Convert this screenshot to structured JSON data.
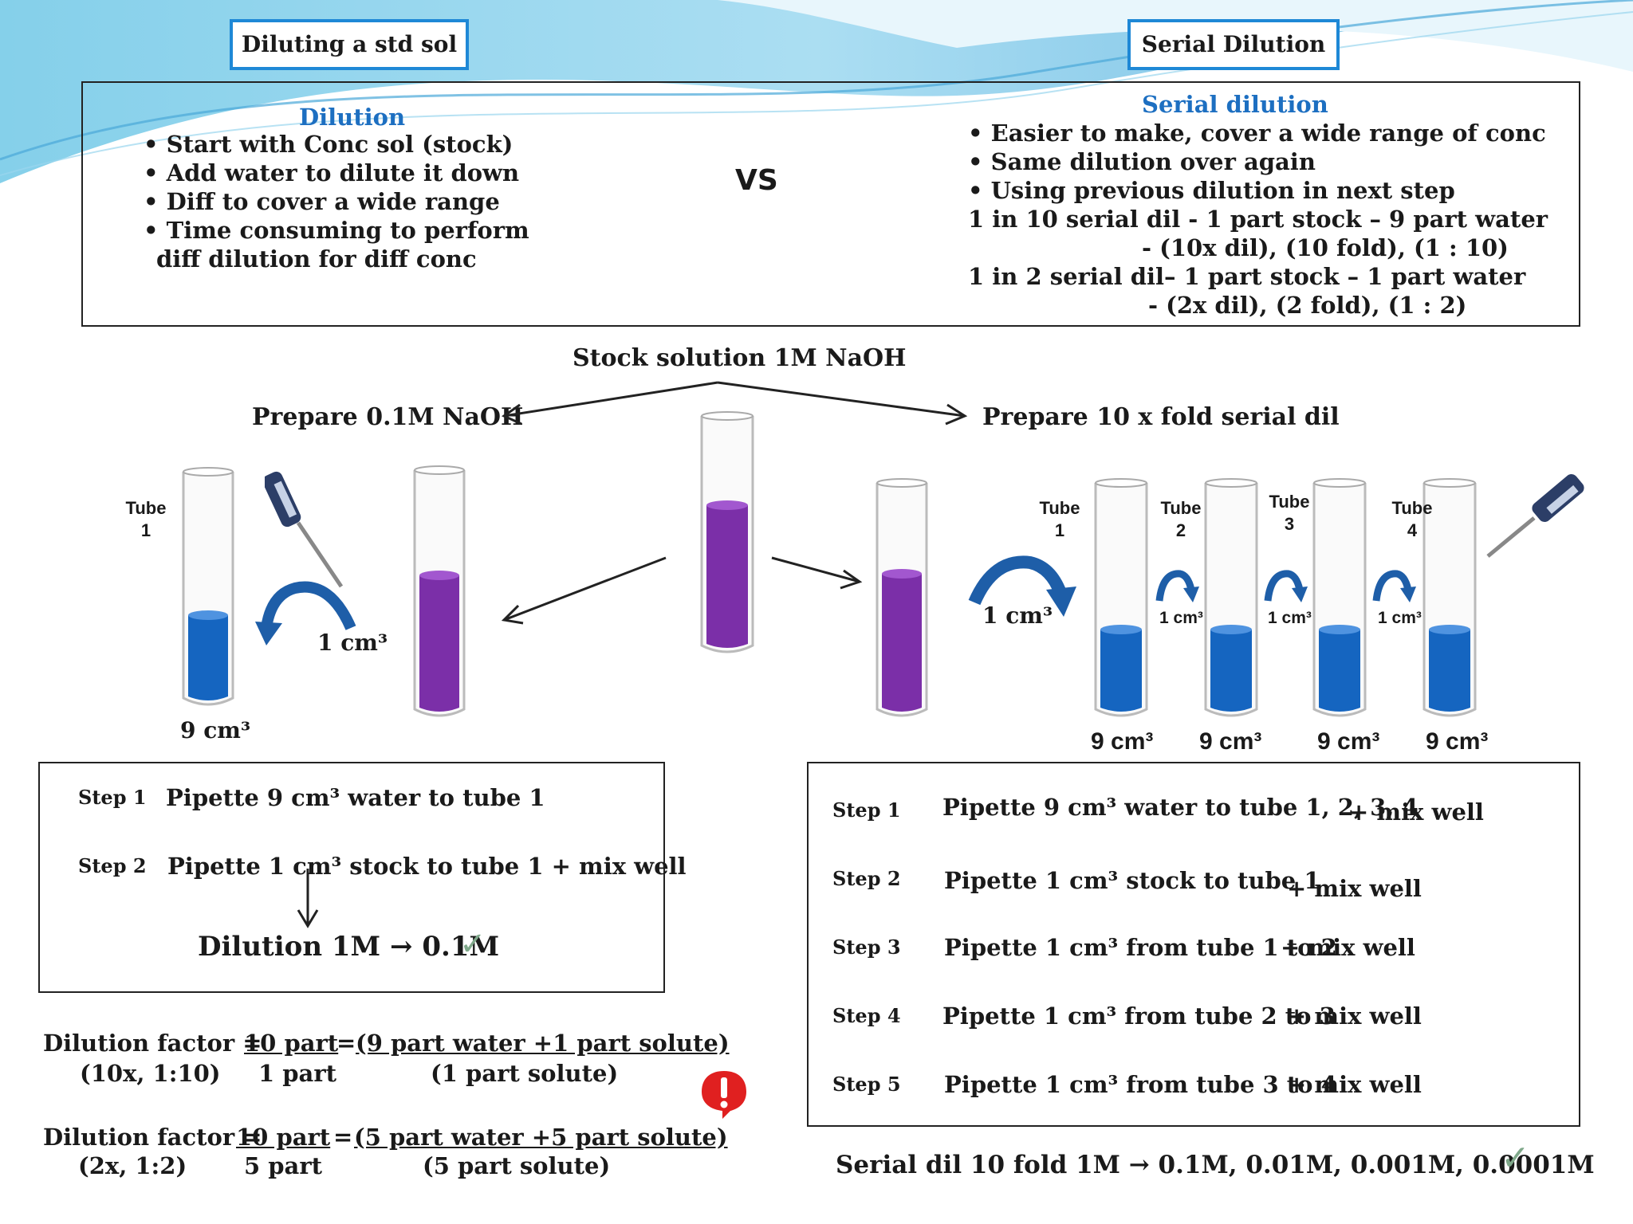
{
  "titles": {
    "left": "Diluting a std sol",
    "right": "Serial Dilution"
  },
  "top_panel": {
    "left_header": "Dilution",
    "left_lines": [
      "• Start with Conc sol (stock)",
      "• Add water to dilute it down",
      "• Diff to cover a wide range",
      "• Time consuming to perform",
      "diff  dilution for diff conc"
    ],
    "vs": "VS",
    "right_header": "Serial dilution",
    "right_lines": [
      "• Easier to make, cover a wide range of conc",
      "• Same dilution over again",
      "• Using previous dilution in next step",
      "1 in 10 serial dil -  1 part stock – 9 part water",
      "- (10x dil), (10 fold), (1 : 10)",
      "1 in 2 serial dil– 1 part stock – 1 part water",
      "-  (2x dil), (2 fold), (1 : 2)"
    ]
  },
  "diagram": {
    "stock_label": "Stock solution 1M NaOH",
    "prepare_left": "Prepare 0.1M NaOH",
    "prepare_right": "Prepare 10 x fold serial dil",
    "left_tube_label_1": "Tube",
    "left_tube_label_2": "1",
    "left_transfer": "1 cm³",
    "left_water": "9 cm³",
    "right_transfer_main": "1 cm³",
    "right_tubes": [
      {
        "l1": "Tube",
        "l2": "1",
        "transfer": "1 cm³",
        "water": "9 cm³"
      },
      {
        "l1": "Tube",
        "l2": "2",
        "transfer": "1 cm³",
        "water": "9 cm³"
      },
      {
        "l1": "Tube",
        "l2": "3",
        "transfer": "1 cm³",
        "water": "9 cm³"
      },
      {
        "l1": "Tube",
        "l2": "4",
        "transfer": "",
        "water": "9 cm³"
      }
    ]
  },
  "left_steps": [
    {
      "step": "Step 1",
      "text": "Pipette 9 cm³ water to tube 1"
    },
    {
      "step": "Step 2",
      "text": "Pipette 1 cm³ stock to tube 1  +  mix well"
    }
  ],
  "left_result": "Dilution 1M → 0.1M",
  "factors": [
    {
      "label": "Dilution factor =",
      "sub": "(10x, 1:10)",
      "num": "10 part",
      "den": "1 part",
      "eq": "=",
      "rnum": "(9 part water +1 part solute)",
      "rden": "(1 part solute)"
    },
    {
      "label": "Dilution factor =",
      "sub": "(2x, 1:2)",
      "num": "10 part",
      "den": "5 part",
      "eq": "=",
      "rnum": "(5 part water +5 part solute)",
      "rden": "(5 part solute)"
    }
  ],
  "right_steps": [
    {
      "step": "Step 1",
      "text": "Pipette 9 cm³ water to tube 1, 2, 3, 4",
      "mix": "+   mix well"
    },
    {
      "step": "Step 2",
      "text": "Pipette 1 cm³ stock to tube 1",
      "mix": "+   mix well"
    },
    {
      "step": "Step 3",
      "text": "Pipette 1 cm³ from tube 1 to 2",
      "mix": "+   mix well"
    },
    {
      "step": "Step 4",
      "text": "Pipette 1 cm³ from tube 2 to 3",
      "mix": "+   mix well"
    },
    {
      "step": "Step 5",
      "text": "Pipette 1 cm³ from tube 3 to 4",
      "mix": "+   mix well"
    }
  ],
  "right_result": "Serial dil 10 fold  1M → 0.1M, 0.01M, 0.001M, 0.0001M",
  "colors": {
    "water": "#1565c0",
    "stock": "#7b2fa8",
    "accent": "#1e88d6",
    "wave": "#6fc6e6"
  }
}
